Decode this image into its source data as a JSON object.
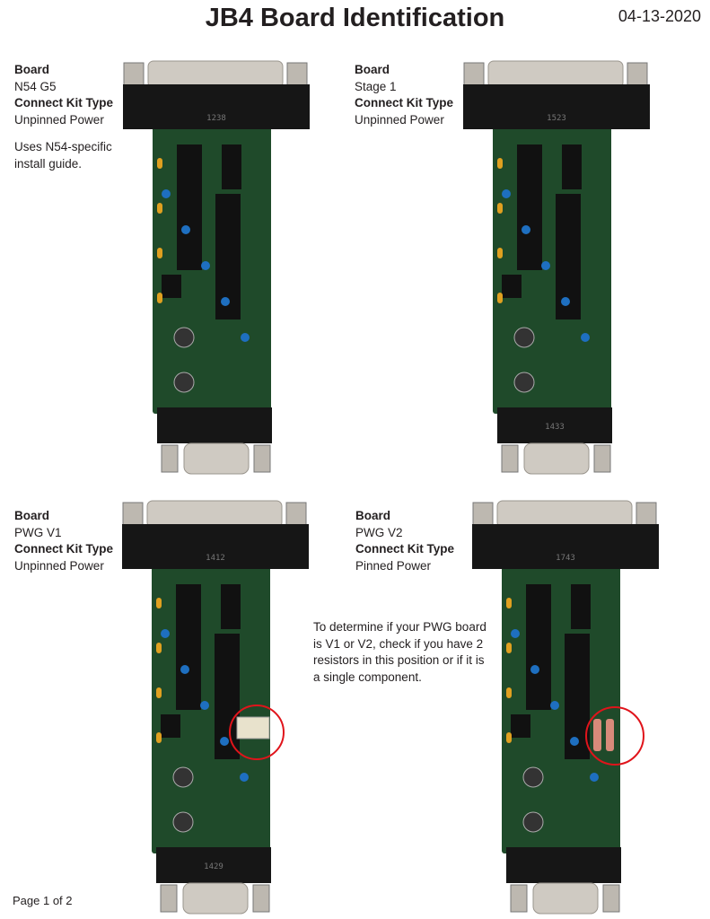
{
  "header": {
    "title": "JB4 Board Identification",
    "date": "04-13-2020"
  },
  "labels": {
    "board": "Board",
    "kit": "Connect Kit Type"
  },
  "boards": [
    {
      "name": "N54 G5",
      "kit": "Unpinned Power",
      "note": "Uses N54-specific install guide.",
      "top_code": "1238",
      "bottom_code": ""
    },
    {
      "name": "Stage 1",
      "kit": "Unpinned Power",
      "note": "",
      "top_code": "1523",
      "bottom_code": "1433"
    },
    {
      "name": "PWG V1",
      "kit": "Unpinned Power",
      "note": "",
      "top_code": "1412",
      "bottom_code": "1429"
    },
    {
      "name": "PWG V2",
      "kit": "Pinned Power",
      "note": "",
      "top_code": "1743",
      "bottom_code": ""
    }
  ],
  "annotation": "To determine if your PWG board is V1 or V2, check if you have 2 resistors in this position or if it is a single component.",
  "footer": "Page 1 of 2",
  "colors": {
    "pcb": "#1f4a2a",
    "highlight": "#e0141b"
  }
}
